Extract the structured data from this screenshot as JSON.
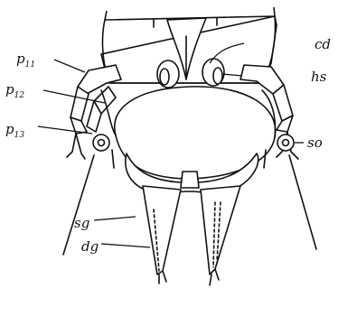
{
  "labels": {
    "p11": {
      "base": "p",
      "sub": "11"
    },
    "p12": {
      "base": "p",
      "sub": "12"
    },
    "p13": {
      "base": "p",
      "sub": "13"
    },
    "cd": "cd",
    "hs": "hs",
    "so": "so",
    "sg": "sg",
    "dg": "dg"
  },
  "colors": {
    "ink": "#111111",
    "paper": "#ffffff"
  }
}
